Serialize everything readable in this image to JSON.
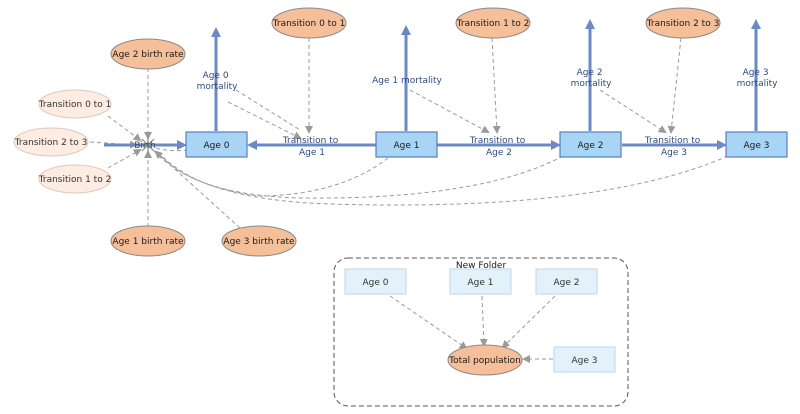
{
  "stocks": {
    "age0": "Age 0",
    "age1": "Age 1",
    "age2": "Age 2",
    "age3": "Age 3"
  },
  "flows": {
    "age0_mortality": [
      "Age 0",
      "mortality"
    ],
    "age1_mortality": [
      "Age 1 mortality"
    ],
    "age2_mortality": [
      "Age 2",
      "mortality"
    ],
    "age3_mortality": [
      "Age 3",
      "mortality"
    ],
    "transition_to_age1": [
      "Transition to",
      "Age 1"
    ],
    "transition_to_age2": [
      "Transition to",
      "Age 2"
    ],
    "transition_to_age3": [
      "Transition to",
      "Age 3"
    ],
    "birth": "Birth"
  },
  "variables": {
    "transition_0_to_1": "Transition 0 to 1",
    "transition_1_to_2": "Transition 1 to 2",
    "transition_2_to_3": "Transition 2 to 3",
    "age2_birth_rate": "Age 2 birth rate",
    "age1_birth_rate": "Age 1 birth rate",
    "age3_birth_rate": "Age 3 birth rate",
    "total_population": "Total population"
  },
  "ghosts": {
    "transition_0_to_1": "Transition 0 to 1",
    "transition_2_to_3": "Transition 2 to 3",
    "transition_1_to_2": "Transition 1 to 2",
    "age0": "Age 0",
    "age1": "Age 1",
    "age2": "Age 2",
    "age3": "Age 3"
  },
  "folder": {
    "title": "New Folder"
  },
  "colors": {
    "stock_fill": "#a8d4f5",
    "variable_fill": "#f5bf9a",
    "flow_line": "#6a8ac4",
    "link_line": "#9a9a9a"
  }
}
